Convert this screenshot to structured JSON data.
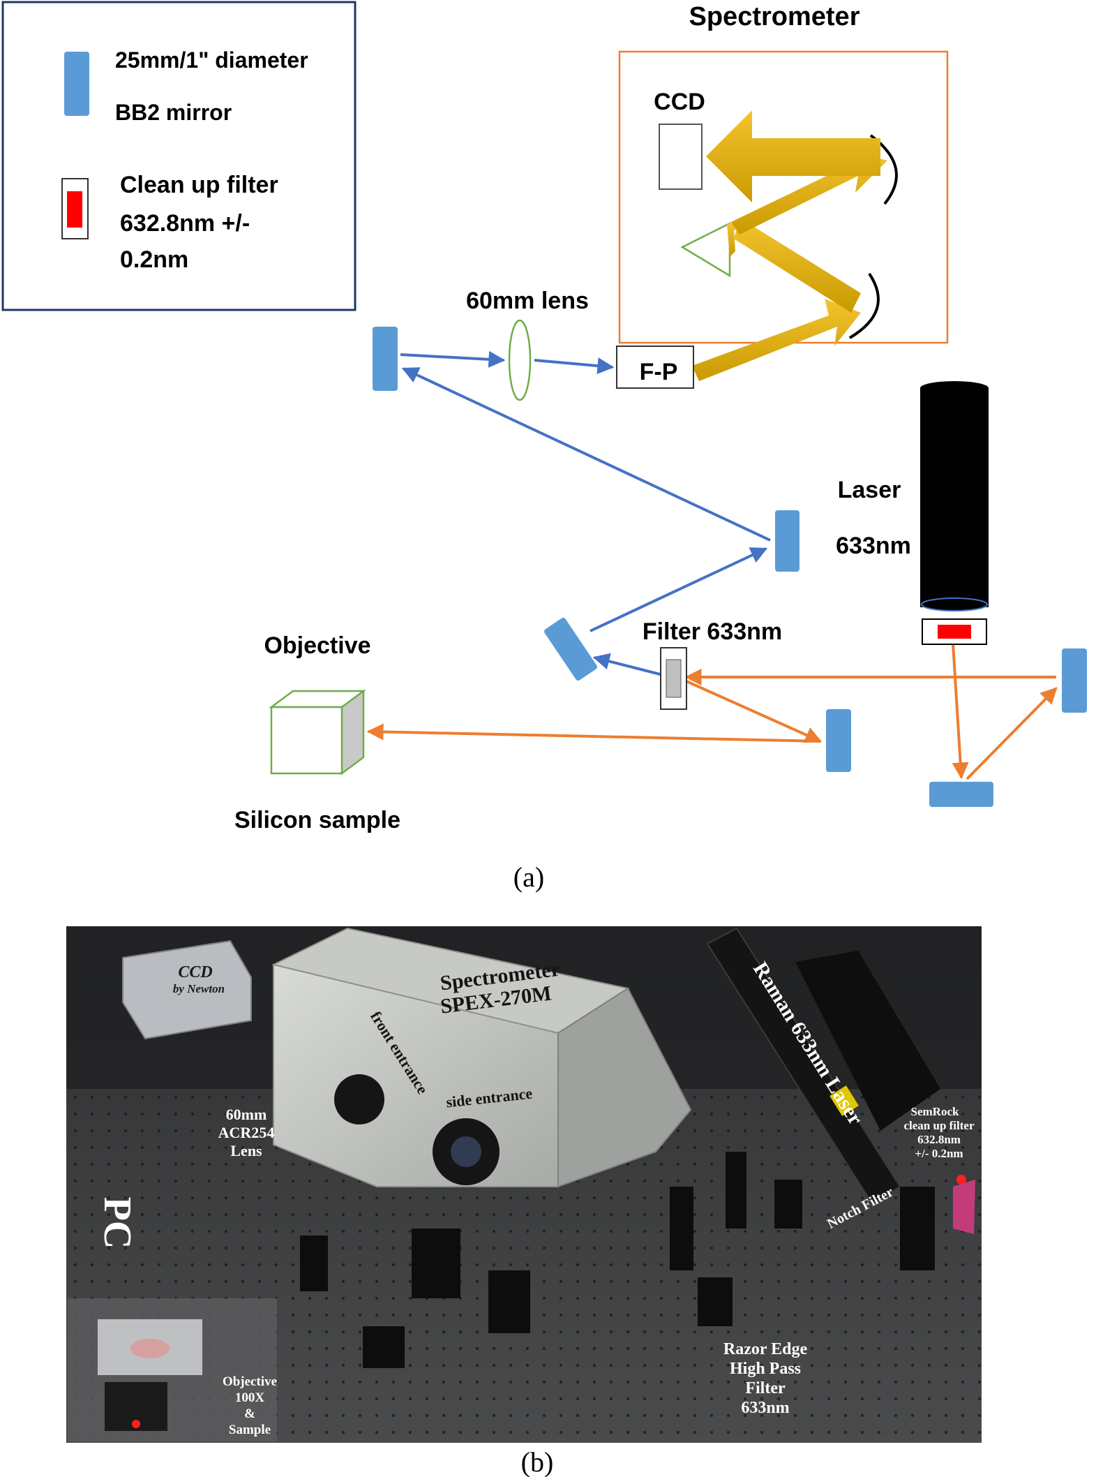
{
  "diagram_a": {
    "legend": {
      "mirror_label_line1": "25mm/1\" diameter",
      "mirror_label_line2": "BB2 mirror",
      "filter_label_line1": "Clean up filter",
      "filter_label_line2": "632.8nm +/-",
      "filter_label_line3": "0.2nm"
    },
    "spectrometer_title": "Spectrometer",
    "ccd_label": "CCD",
    "lens_label": "60mm lens",
    "fp_label": "F-P",
    "laser_label": "Laser",
    "laser_wavelength": "633nm",
    "filter_label": "Filter 633nm",
    "objective_label": "Objective",
    "sample_label": "Silicon sample",
    "caption": "(a)",
    "colors": {
      "mirror": "#5b9bd5",
      "collection_beam": "#4472c4",
      "excitation_beam": "#ed7d31",
      "spectrometer_box": "#ed7d31",
      "spectrometer_beam": "#e6b800",
      "optics_outline": "#70ad47",
      "filter_red": "#ff0000"
    }
  },
  "photo_b": {
    "labels": {
      "ccd": "CCD",
      "ccd_brand": "by Newton",
      "spectrometer_line1": "Spectrometer",
      "spectrometer_line2": "SPEX-270M",
      "front_entrance": "front entrance",
      "side_entrance": "side entrance",
      "lens_line1": "60mm",
      "lens_line2": "ACR254",
      "lens_line3": "Lens",
      "pc": "PC",
      "laser": "Raman 633nm Laser",
      "semrock_line1": "SemRock",
      "semrock_line2": "clean up filter",
      "semrock_line3": "632.8nm",
      "semrock_line4": "+/- 0.2nm",
      "notch": "Notch Filter",
      "razor_line1": "Razor Edge",
      "razor_line2": "High Pass",
      "razor_line3": "Filter",
      "razor_line4": "633nm",
      "objective_line1": "Objective",
      "objective_line2": "100X",
      "objective_line3": "&",
      "objective_line4": "Sample"
    },
    "caption": "(b)"
  }
}
